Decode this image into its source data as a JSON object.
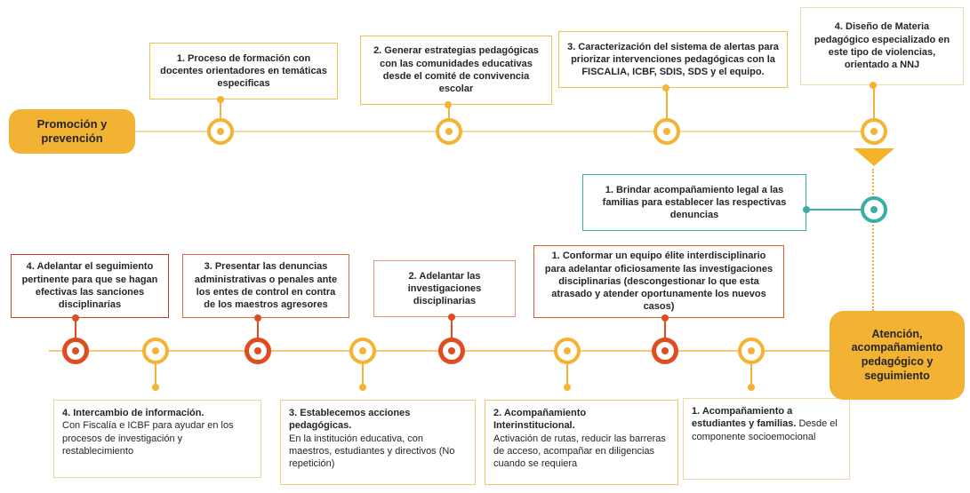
{
  "palette": {
    "gold_fill": "#f2b233",
    "yellow_node": "#f5b335",
    "red_node": "#e04b20",
    "teal": "#3aaea4",
    "top_line": "#f7d9a2",
    "bottom_line": "#f6c87d",
    "text": "#262626"
  },
  "top_track": {
    "label": "Promoción y prevención",
    "steps": [
      {
        "bold": "1. Proceso de formación con docentes orientadores en temáticas especificas"
      },
      {
        "bold": "2. Generar estrategias pedagógicas con las comunidades educativas desde el comité de convivencia escolar"
      },
      {
        "bold": "3. Caracterización del sistema de alertas para priorizar intervenciones pedagógicas con la FISCALIA, ICBF, SDIS, SDS y el equipo."
      },
      {
        "pre": "4. Diseño de ",
        "bold": "Materia pedagógico especializado en este tipo de violencias, orientado a NNJ"
      }
    ]
  },
  "legal_note": {
    "bold": "1. Brindar acompañamiento legal a las familias para establecer las respectivas denuncias"
  },
  "bottom_track": {
    "label": "Atención, acompañamiento pedagógico y seguimiento",
    "upper_steps": [
      {
        "bold": "4. Adelantar el seguimiento pertinente para que se hagan efectivas las sanciones disciplinarias"
      },
      {
        "bold": "3. Presentar las denuncias administrativas o penales ante los entes de control en contra de los maestros agresores"
      },
      {
        "bold": "2. Adelantar las investigaciones disciplinarias"
      },
      {
        "bold": "1. Conformar un equipo élite interdisciplinario para adelantar oficiosamente las investigaciones disciplinarias (descongestionar lo que esta atrasado y atender oportunamente los nuevos casos)"
      }
    ],
    "lower_steps": [
      {
        "bold": "4. Intercambio de información.",
        "post": "Con Fiscalía e ICBF para ayudar en los procesos de investigación y restablecimiento"
      },
      {
        "bold": "3. Establecemos acciones pedagógicas.",
        "post": "En la institución educativa, con maestros, estudiantes y directivos (No repetición)"
      },
      {
        "bold": "2. Acompañamiento Interinstitucional.",
        "post": "Activación de rutas, reducir las barreras de acceso, acompañar en diligencias cuando se requiera"
      },
      {
        "bold": "1. Acompañamiento a estudiantes y familias.",
        "post": " Desde el componente socioemocional"
      }
    ]
  }
}
